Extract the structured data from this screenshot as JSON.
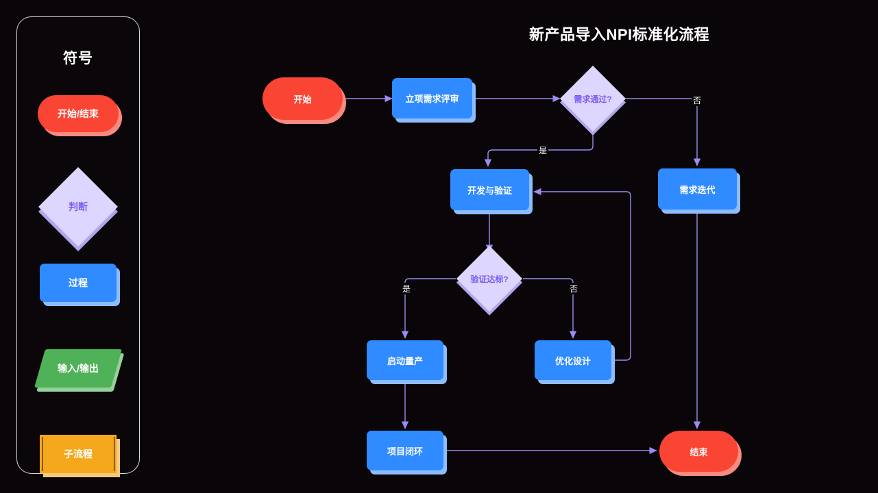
{
  "canvas": {
    "background": "#0a0508",
    "accent_arrow": "#9b8cf0"
  },
  "legend": {
    "title": "符号",
    "items": [
      {
        "label": "开始/结束",
        "shape": "terminator",
        "color": "#fa4434"
      },
      {
        "label": "判断",
        "shape": "decision",
        "color": "#ddd6fe"
      },
      {
        "label": "过程",
        "shape": "process",
        "color": "#2f8bff"
      },
      {
        "label": "输入/输出",
        "shape": "io",
        "color": "#4fb158"
      },
      {
        "label": "子流程",
        "shape": "subprocess",
        "color": "#f5a81c"
      }
    ]
  },
  "flow": {
    "title": "新产品导入NPI标准化流程",
    "nodes": [
      {
        "id": "start",
        "label": "开始",
        "type": "terminator"
      },
      {
        "id": "review",
        "label": "立项需求评审",
        "type": "process"
      },
      {
        "id": "d1",
        "label": "需求通过?",
        "type": "decision"
      },
      {
        "id": "iterate",
        "label": "需求迭代",
        "type": "process"
      },
      {
        "id": "dev",
        "label": "开发与验证",
        "type": "process"
      },
      {
        "id": "d2",
        "label": "验证达标?",
        "type": "decision"
      },
      {
        "id": "mass",
        "label": "启动量产",
        "type": "process"
      },
      {
        "id": "optim",
        "label": "优化设计",
        "type": "process"
      },
      {
        "id": "close",
        "label": "项目闭环",
        "type": "process"
      },
      {
        "id": "end",
        "label": "结束",
        "type": "terminator"
      }
    ],
    "edge_labels": {
      "d1_no": "否",
      "d1_yes": "是",
      "d2_yes": "是",
      "d2_no": "否"
    }
  }
}
